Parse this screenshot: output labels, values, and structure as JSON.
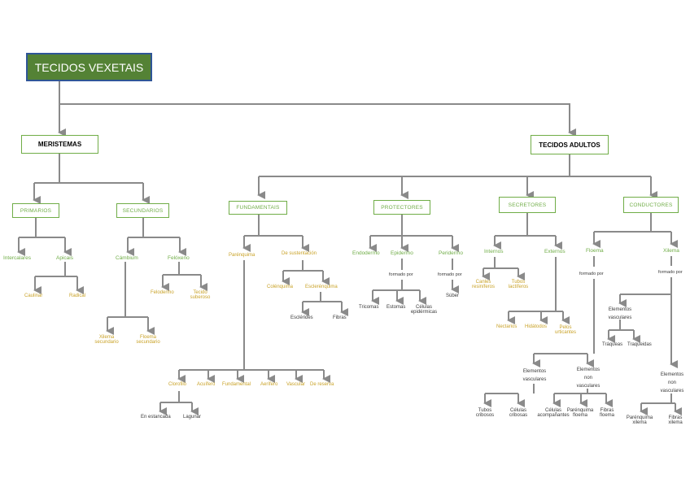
{
  "root": "TECIDOS VEXETAIS",
  "meristemas": {
    "title": "MERISTEMAS",
    "primarios": "PRIMARIOS",
    "intercalares": "Intercalares",
    "apicais": "Apicais",
    "caulinar": "Caulinar",
    "radical": "Radical",
    "secundarios": "SECUNDARIOS",
    "cambium": "Cámbium",
    "xilema_sec": "Xilema secundario",
    "floema_sec": "Floema secundario",
    "feloxeno": "Felóxeno",
    "felodermo": "Felodermo",
    "tecido_suberoso": "Tecido suberoso"
  },
  "adultos": {
    "title": "TECIDOS ADULTOS",
    "fundamentais": "FUNDAMENTAIS",
    "parenquima": "Parénquima",
    "clorofilo": "Clorofilo",
    "en_estancada": "En estancada",
    "lagunar": "Lagunar",
    "acuifero": "Acuífero",
    "fundamental": "Fundamental",
    "aerifero": "Aerífero",
    "vascular": "Vascular",
    "de_reserva": "De reserva",
    "sustentacion": "De sustentación",
    "colenquima": "Colénquima",
    "esclerenquima": "Esclerénquima",
    "esclereidas": "Esclérides",
    "fibras": "Fibras",
    "protectores": "PROTECTORES",
    "endodermo": "Endodermo",
    "epidermo": "Epidermo",
    "formado_por": "formado por",
    "tricomas": "Tricomas",
    "estomas": "Estomas",
    "celulas_epidermicas": "Células epidérmicas",
    "peridermo": "Peridermo",
    "suber": "Súber",
    "secretores": "SECRETORES",
    "internos": "Internos",
    "canles_resiniferos": "Canles resiníferos",
    "tubos_lactiferos": "Tubos lactíferos",
    "externos": "Externos",
    "nectarios": "Nectarios",
    "hidatodos": "Hidátodos",
    "pelos_urticantes": "Pelos urticantes",
    "conductores": "CONDUCTORES",
    "floema": "Floema",
    "elementos_vasculares": "Elementos vasculares",
    "tubos_cribosos": "Tubos cribosos",
    "celulas_cribosas": "Células cribosas",
    "elementos_non_vasculares": "Elementos non vasculares",
    "celulas_acompanantes": "Células acompañantes",
    "parenquima_floema": "Parénquima floema",
    "fibras_floema": "Fibras floema",
    "xilema": "Xilema",
    "traqueas": "Tráqueas",
    "traqueidas": "Traqueidas",
    "parenquima_xilema": "Parénquima xilema",
    "fibras_xilema": "Fibras xilema"
  }
}
